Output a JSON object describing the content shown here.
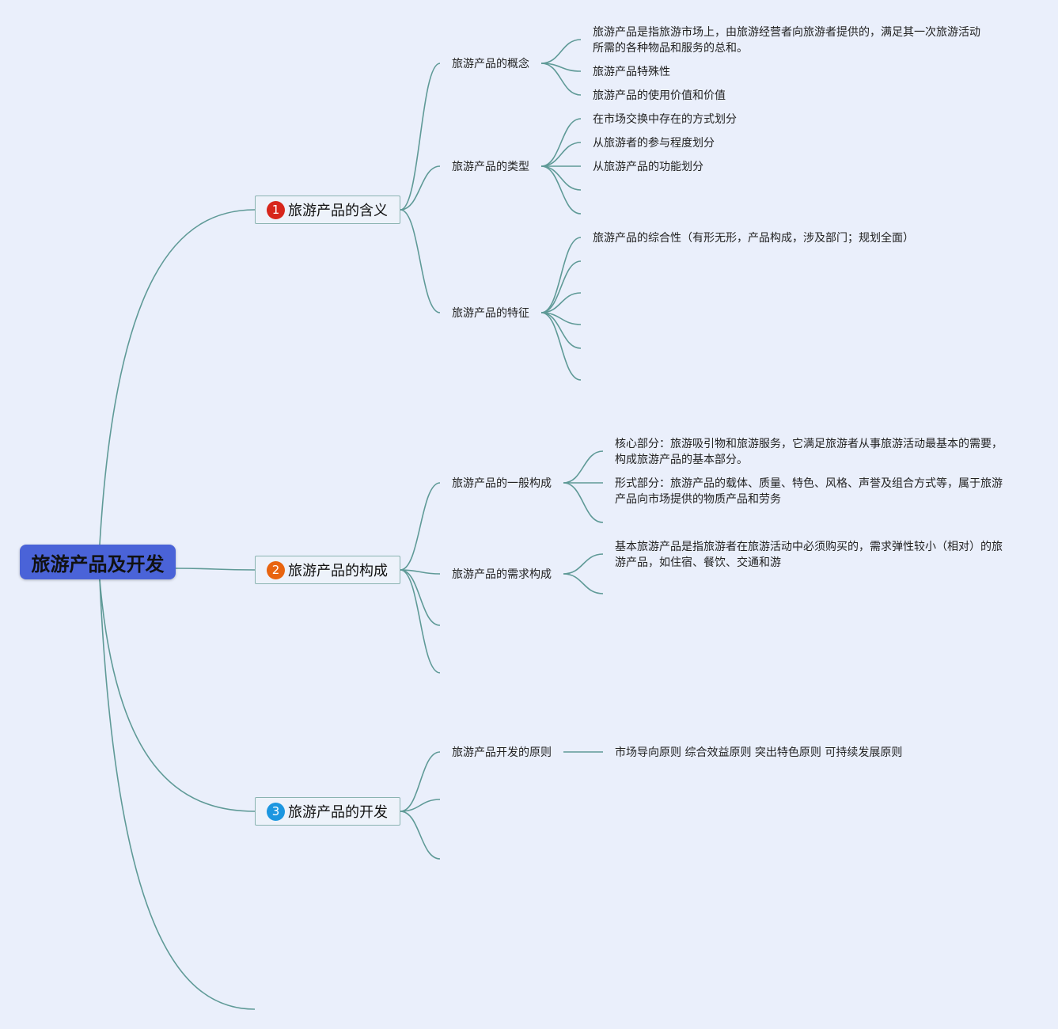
{
  "root": {
    "label": "旅游产品及开发"
  },
  "branches": [
    {
      "label": "旅游产品的含义",
      "badge": "1",
      "badge_color": "#d7261b",
      "children": [
        {
          "label": "旅游产品的概念",
          "children": [
            "旅游产品是指旅游市场上，由旅游经营者向旅游者提供的，满足其一次旅游活动所需的各种物品和服务的总和。",
            "旅游产品特殊性",
            "旅游产品的使用价值和价值"
          ]
        },
        {
          "label": "旅游产品的类型",
          "children": [
            "在市场交换中存在的方式划分",
            "从旅游者的参与程度划分",
            "从旅游产品的功能划分",
            "",
            ""
          ]
        },
        {
          "label": "旅游产品的特征",
          "children": [
            "旅游产品的综合性（有形无形，产品构成，涉及部门；规划全面）",
            "",
            "",
            "",
            "",
            ""
          ]
        }
      ]
    },
    {
      "label": "旅游产品的构成",
      "badge": "2",
      "badge_color": "#e8640f",
      "children": [
        {
          "label": "旅游产品的一般构成",
          "children": [
            "核心部分：旅游吸引物和旅游服务，它满足旅游者从事旅游活动最基本的需要，构成旅游产品的基本部分。",
            "形式部分：旅游产品的载体、质量、特色、风格、声誉及组合方式等，属于旅游产品向市场提供的物质产品和劳务",
            ""
          ]
        },
        {
          "label": "旅游产品的需求构成",
          "children": [
            "基本旅游产品是指旅游者在旅游活动中必须购买的，需求弹性较小（相对）的旅游产品，如住宿、餐饮、交通和游",
            ""
          ]
        },
        {
          "label": "",
          "children": []
        },
        {
          "label": "",
          "children": []
        }
      ]
    },
    {
      "label": "旅游产品的开发",
      "badge": "3",
      "badge_color": "#1b96e0",
      "children": [
        {
          "label": "旅游产品开发的原则",
          "children": [
            "市场导向原则 综合效益原则 突出特色原则 可持续发展原则"
          ]
        },
        {
          "label": "",
          "children": []
        },
        {
          "label": "",
          "children": []
        }
      ]
    },
    {
      "label": "",
      "badge": "",
      "children": []
    }
  ],
  "colors": {
    "background": "#eaeffb",
    "connector": "#5f9a97",
    "root_fill": "#4a63d8",
    "topic_border": "#8ab3b1"
  }
}
